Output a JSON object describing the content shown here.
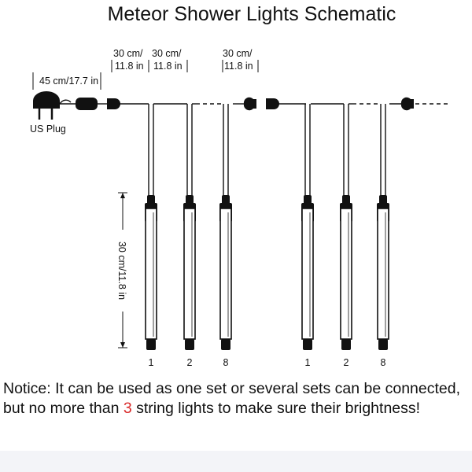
{
  "title": "Meteor Shower Lights Schematic",
  "plug_label": "US Plug",
  "dimensions": {
    "lead_length": "45 cm/17.7 in",
    "spacing_1_line1": "30 cm/",
    "spacing_1_line2": "11.8 in",
    "spacing_2_line1": "30 cm/",
    "spacing_2_line2": "11.8 in",
    "spacing_3_line1": "30 cm/",
    "spacing_3_line2": "11.8 in",
    "tube_length": "30 cm/11.8 in"
  },
  "tubes": [
    {
      "label": "1"
    },
    {
      "label": "2"
    },
    {
      "label": "8"
    },
    {
      "label": "1"
    },
    {
      "label": "2"
    },
    {
      "label": "8"
    }
  ],
  "notice": {
    "before": "Notice: It can be used as one set or several sets can be connected, but no more than ",
    "number": "3",
    "after": " string lights to make sure their brightness!",
    "number_color": "#d92b2b"
  },
  "colors": {
    "line": "#111111",
    "background": "#ffffff",
    "bottom_band": "#f3f4f8"
  }
}
